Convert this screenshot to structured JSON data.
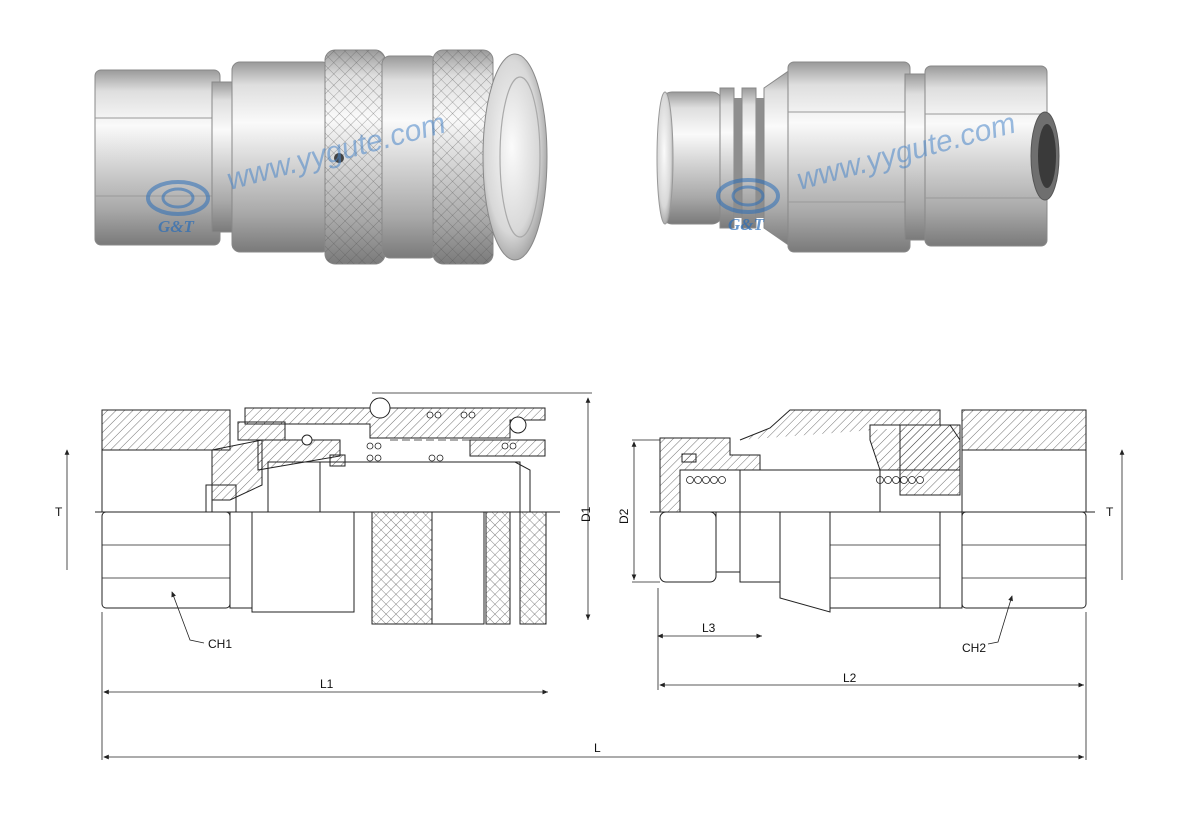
{
  "photos": {
    "watermark_left": "www.yygute.com",
    "watermark_right": "www.yygute.com",
    "logo_left": "G&T",
    "logo_right": "G&T"
  },
  "drawing": {
    "dimensions": {
      "T_left": "T",
      "T_right": "T",
      "D1": "D1",
      "D2": "D2",
      "CH1": "CH1",
      "CH2": "CH2",
      "L1": "L1",
      "L2": "L2",
      "L3": "L3",
      "L": "L"
    }
  },
  "colors": {
    "metal_light": "#f2f2f2",
    "metal_mid": "#c9c9c9",
    "metal_dark": "#8c8c8c",
    "watermark": "#4a86c9",
    "line": "#222222"
  }
}
